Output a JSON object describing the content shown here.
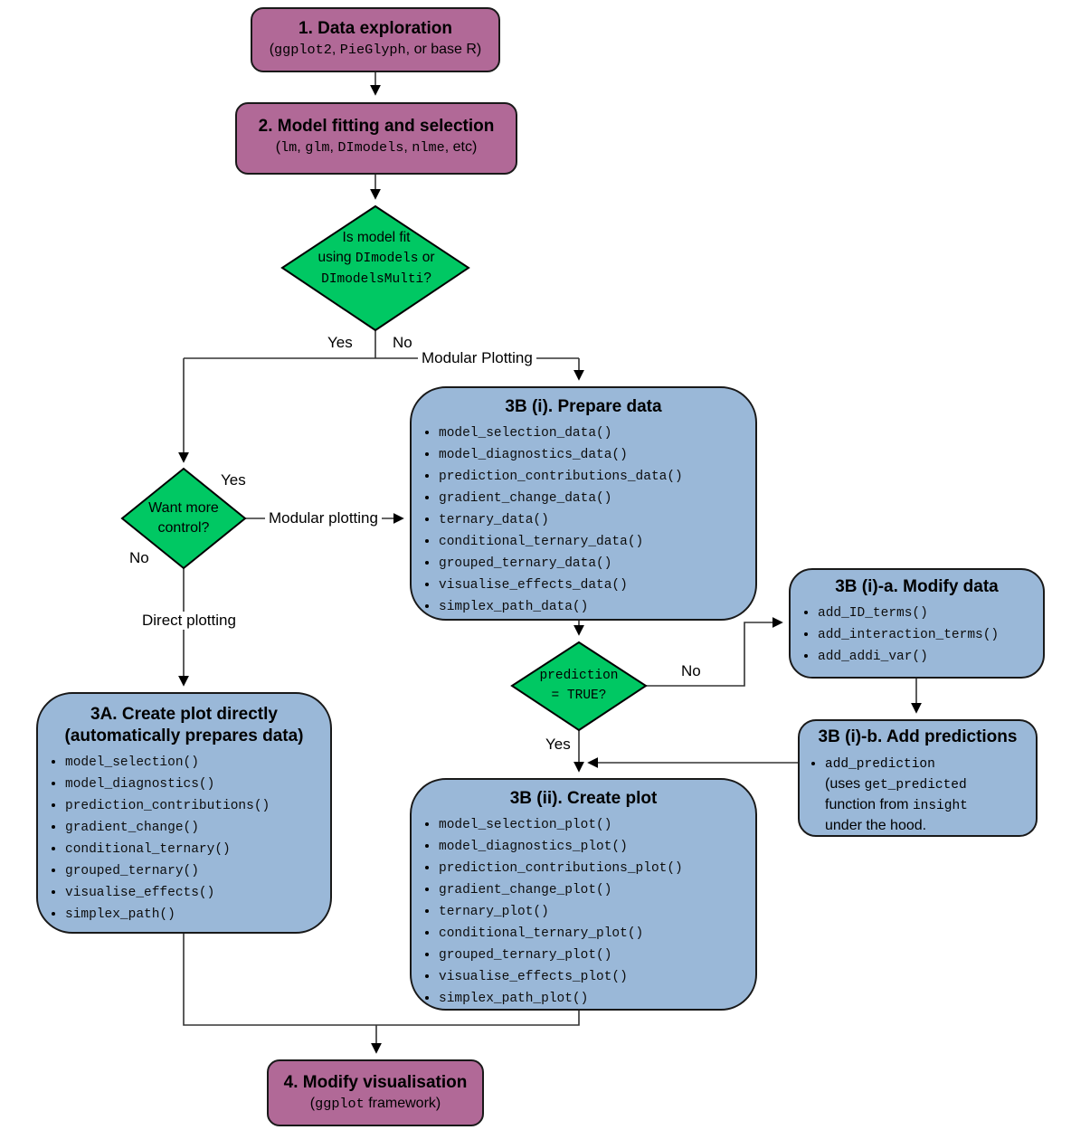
{
  "colors": {
    "step_fill": "#b16997",
    "decision_fill": "#00c863",
    "process_fill": "#9ab8d8",
    "border": "#191919",
    "line": "#333333"
  },
  "nodes": {
    "step1": {
      "title": "1. Data exploration",
      "subtitle": [
        {
          "t": "(",
          "m": false
        },
        {
          "t": "ggplot2",
          "m": true
        },
        {
          "t": ", ",
          "m": false
        },
        {
          "t": "PieGlyph",
          "m": true
        },
        {
          "t": ", or base R)",
          "m": false
        }
      ]
    },
    "step2": {
      "title": "2. Model fitting and selection",
      "subtitle": [
        {
          "t": "(",
          "m": false
        },
        {
          "t": "lm",
          "m": true
        },
        {
          "t": ", ",
          "m": false
        },
        {
          "t": "glm",
          "m": true
        },
        {
          "t": ", ",
          "m": false
        },
        {
          "t": "DImodels",
          "m": true
        },
        {
          "t": ", ",
          "m": false
        },
        {
          "t": "nlme",
          "m": true
        },
        {
          "t": ", etc)",
          "m": false
        }
      ]
    },
    "decision_model": {
      "line1": [
        {
          "t": "Is model fit",
          "m": false
        }
      ],
      "line2": [
        {
          "t": "using ",
          "m": false
        },
        {
          "t": "DImodels",
          "m": true
        },
        {
          "t": " or",
          "m": false
        }
      ],
      "line3": [
        {
          "t": "DImodelsMulti",
          "m": true
        },
        {
          "t": "?",
          "m": false
        }
      ]
    },
    "decision_control": {
      "text": "Want more control?"
    },
    "decision_prediction": {
      "line1": [
        {
          "t": "prediction",
          "m": true
        }
      ],
      "line2": [
        {
          "t": "= TRUE?",
          "m": true
        }
      ]
    },
    "prepare_data": {
      "title": "3B (i). Prepare data",
      "items": [
        "model_selection_data()",
        "model_diagnostics_data()",
        "prediction_contributions_data()",
        "gradient_change_data()",
        "ternary_data()",
        "conditional_ternary_data()",
        "grouped_ternary_data()",
        "visualise_effects_data()",
        "simplex_path_data()"
      ]
    },
    "modify_data": {
      "title": "3B (i)-a. Modify data",
      "items": [
        "add_ID_terms()",
        "add_interaction_terms()",
        "add_addi_var()"
      ]
    },
    "add_predictions": {
      "title": "3B (i)-b. Add predictions",
      "note": [
        {
          "t": "add_prediction",
          "m": true
        },
        {
          "br": true
        },
        {
          "t": "(uses ",
          "m": false
        },
        {
          "t": "get_predicted",
          "m": true
        },
        {
          "br": true
        },
        {
          "t": "function from ",
          "m": false
        },
        {
          "t": "insight",
          "m": true
        },
        {
          "br": true
        },
        {
          "t": "under the hood.",
          "m": false
        }
      ]
    },
    "create_plot_directly": {
      "title_line1": "3A. Create plot directly",
      "title_line2": "(automatically prepares data)",
      "items": [
        "model_selection()",
        "model_diagnostics()",
        "prediction_contributions()",
        "gradient_change()",
        "conditional_ternary()",
        "grouped_ternary()",
        "visualise_effects()",
        "simplex_path()"
      ]
    },
    "create_plot": {
      "title": "3B (ii). Create plot",
      "items": [
        "model_selection_plot()",
        "model_diagnostics_plot()",
        "prediction_contributions_plot()",
        "gradient_change_plot()",
        "ternary_plot()",
        "conditional_ternary_plot()",
        "grouped_ternary_plot()",
        "visualise_effects_plot()",
        "simplex_path_plot()"
      ]
    },
    "step4": {
      "title": "4. Modify visualisation",
      "subtitle": [
        {
          "t": "(",
          "m": false
        },
        {
          "t": "ggplot",
          "m": true
        },
        {
          "t": " framework)",
          "m": false
        }
      ]
    }
  },
  "edge_labels": {
    "yes1": "Yes",
    "no1": "No",
    "modular_plotting_top": "Modular Plotting",
    "yes2": "Yes",
    "modular_plotting_mid": "Modular plotting",
    "no2": "No",
    "direct_plotting": "Direct plotting",
    "no3": "No",
    "yes3": "Yes"
  }
}
